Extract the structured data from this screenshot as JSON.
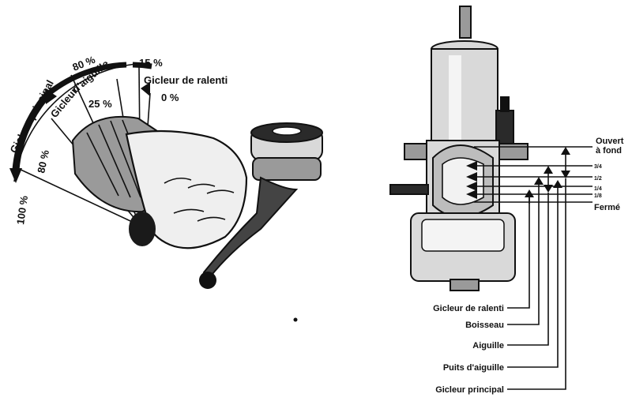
{
  "throttle": {
    "labels": {
      "main_jet": "Gicleur principal",
      "needle_jet": "Gicleur",
      "needle_jet_2": "d'aiguille",
      "idle_jet": "Gicleur de ralenti",
      "p100": "100 %",
      "p80a": "80 %",
      "p80b": "80 %",
      "p25": "25 %",
      "p15": "15 %",
      "p0": "0 %"
    }
  },
  "carburetor": {
    "openings": {
      "fully_open": "Ouvert",
      "fully_open_2": "à fond",
      "three_quarter": "3/4",
      "half": "1/2",
      "quarter": "1/4",
      "eighth": "1/8",
      "closed": "Fermé"
    },
    "parts": [
      "Gicleur de ralenti",
      "Boisseau",
      "Aiguille",
      "Puits d'aiguille",
      "Gicleur principal"
    ]
  }
}
